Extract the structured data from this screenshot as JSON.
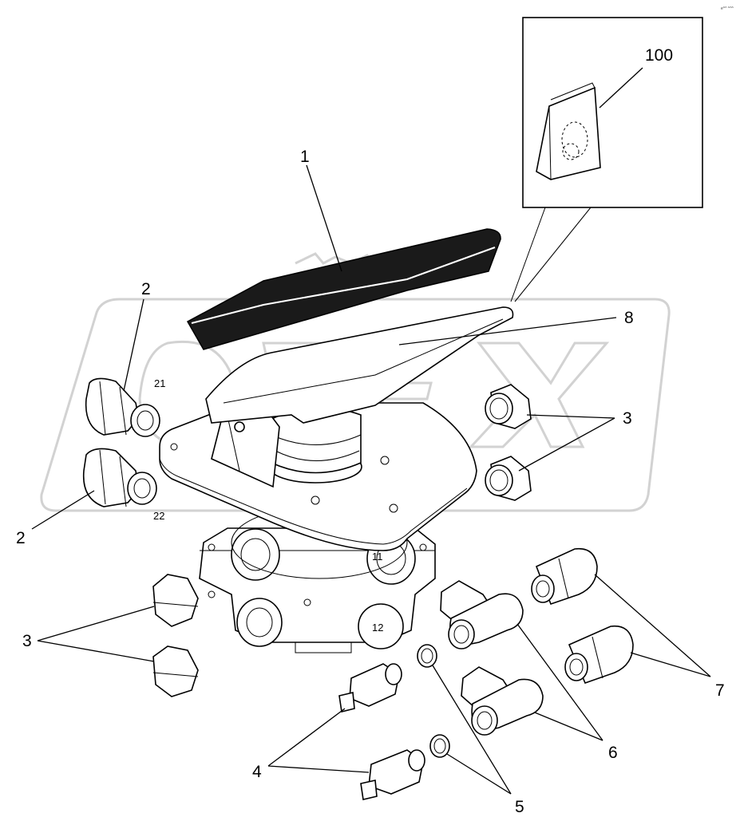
{
  "corner_code": "e^^ ^^^",
  "callouts": {
    "pedal": "1",
    "plug_a": "2",
    "plug_b": "2",
    "cap_right": "3",
    "cap_left": "3",
    "switch": "4",
    "washer": "5",
    "elbow": "6",
    "straight_fitting": "7",
    "pedal_plate": "8",
    "repair_kit": "100"
  },
  "ports": {
    "p21": "21",
    "p22": "22",
    "p11": "11",
    "p12": "12"
  },
  "watermark": "OREX"
}
